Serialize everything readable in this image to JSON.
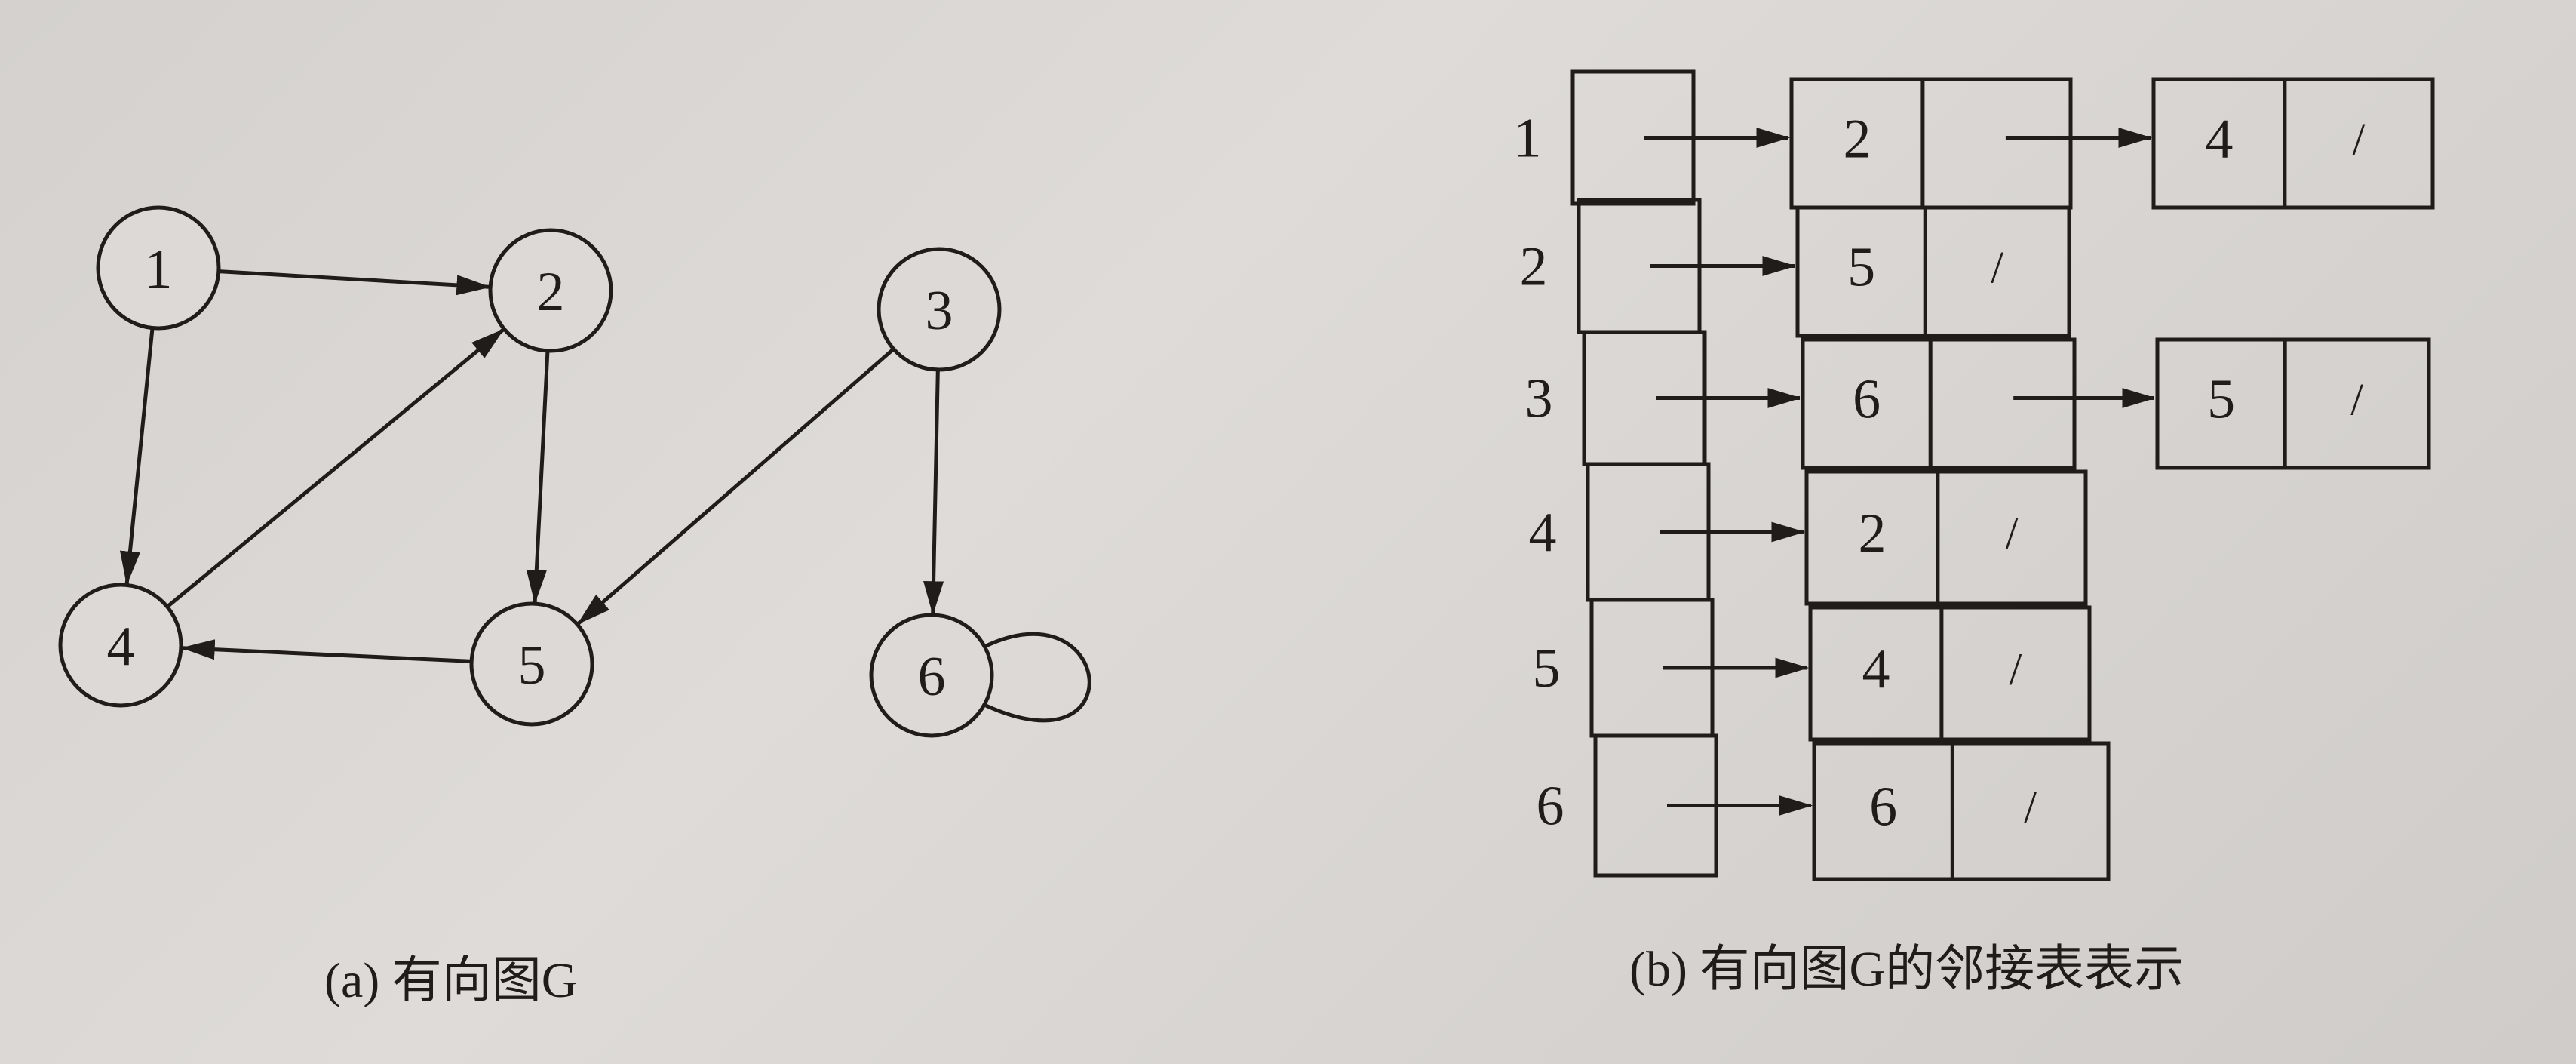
{
  "graph": {
    "nodes": [
      "1",
      "2",
      "3",
      "4",
      "5",
      "6"
    ],
    "edges": [
      {
        "from": "1",
        "to": "2"
      },
      {
        "from": "1",
        "to": "4"
      },
      {
        "from": "2",
        "to": "5"
      },
      {
        "from": "3",
        "to": "5"
      },
      {
        "from": "3",
        "to": "6"
      },
      {
        "from": "4",
        "to": "2"
      },
      {
        "from": "5",
        "to": "4"
      },
      {
        "from": "6",
        "to": "6"
      }
    ]
  },
  "adjacency": {
    "rows": [
      {
        "vertex": "1",
        "list": [
          "2",
          "4"
        ]
      },
      {
        "vertex": "2",
        "list": [
          "5"
        ]
      },
      {
        "vertex": "3",
        "list": [
          "6",
          "5"
        ]
      },
      {
        "vertex": "4",
        "list": [
          "2"
        ]
      },
      {
        "vertex": "5",
        "list": [
          "4"
        ]
      },
      {
        "vertex": "6",
        "list": [
          "6"
        ]
      }
    ],
    "null_mark": "/"
  },
  "captions": {
    "a": "(a) 有向图G",
    "b": "(b) 有向图G的邻接表表示"
  }
}
